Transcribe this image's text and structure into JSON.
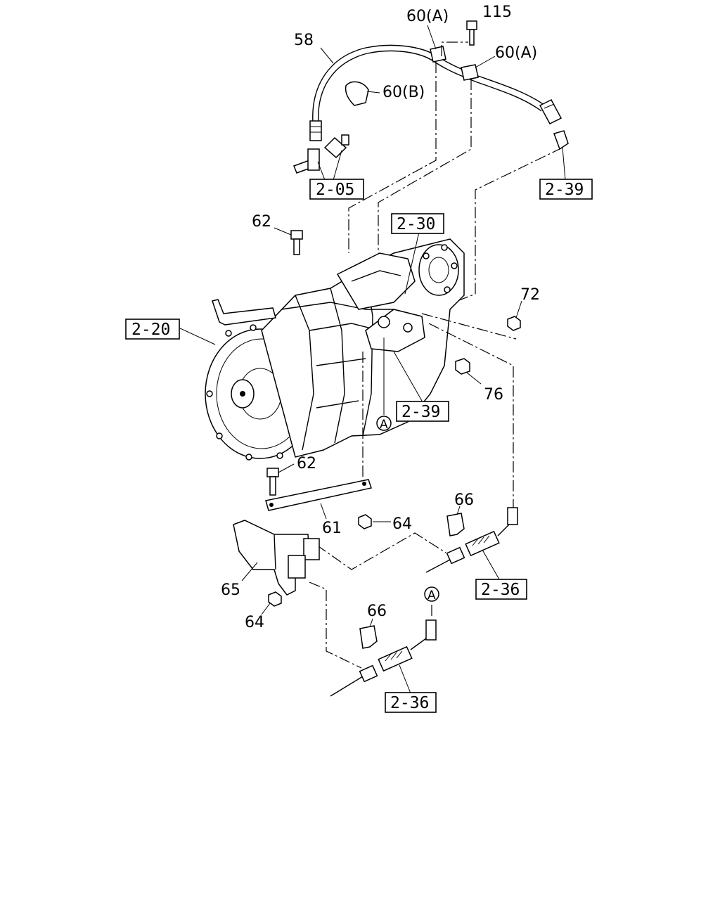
{
  "callouts": {
    "c58": "58",
    "c60a_top": "60(A)",
    "c115": "115",
    "c60a_right": "60(A)",
    "c60b": "60(B)",
    "c62_top": "62",
    "c72": "72",
    "c76": "76",
    "c62_mid": "62",
    "c66_right": "66",
    "c64_mid": "64",
    "c61": "61",
    "c65": "65",
    "c64_low": "64",
    "c66_low": "66"
  },
  "refs": {
    "r205": "2-05",
    "r239_top": "2-39",
    "r230": "2-30",
    "r220": "2-20",
    "r239_mid": "2-39",
    "r236_right": "2-36",
    "r236_low": "2-36"
  },
  "markers": {
    "a_upper": "A",
    "a_lower": "A"
  }
}
